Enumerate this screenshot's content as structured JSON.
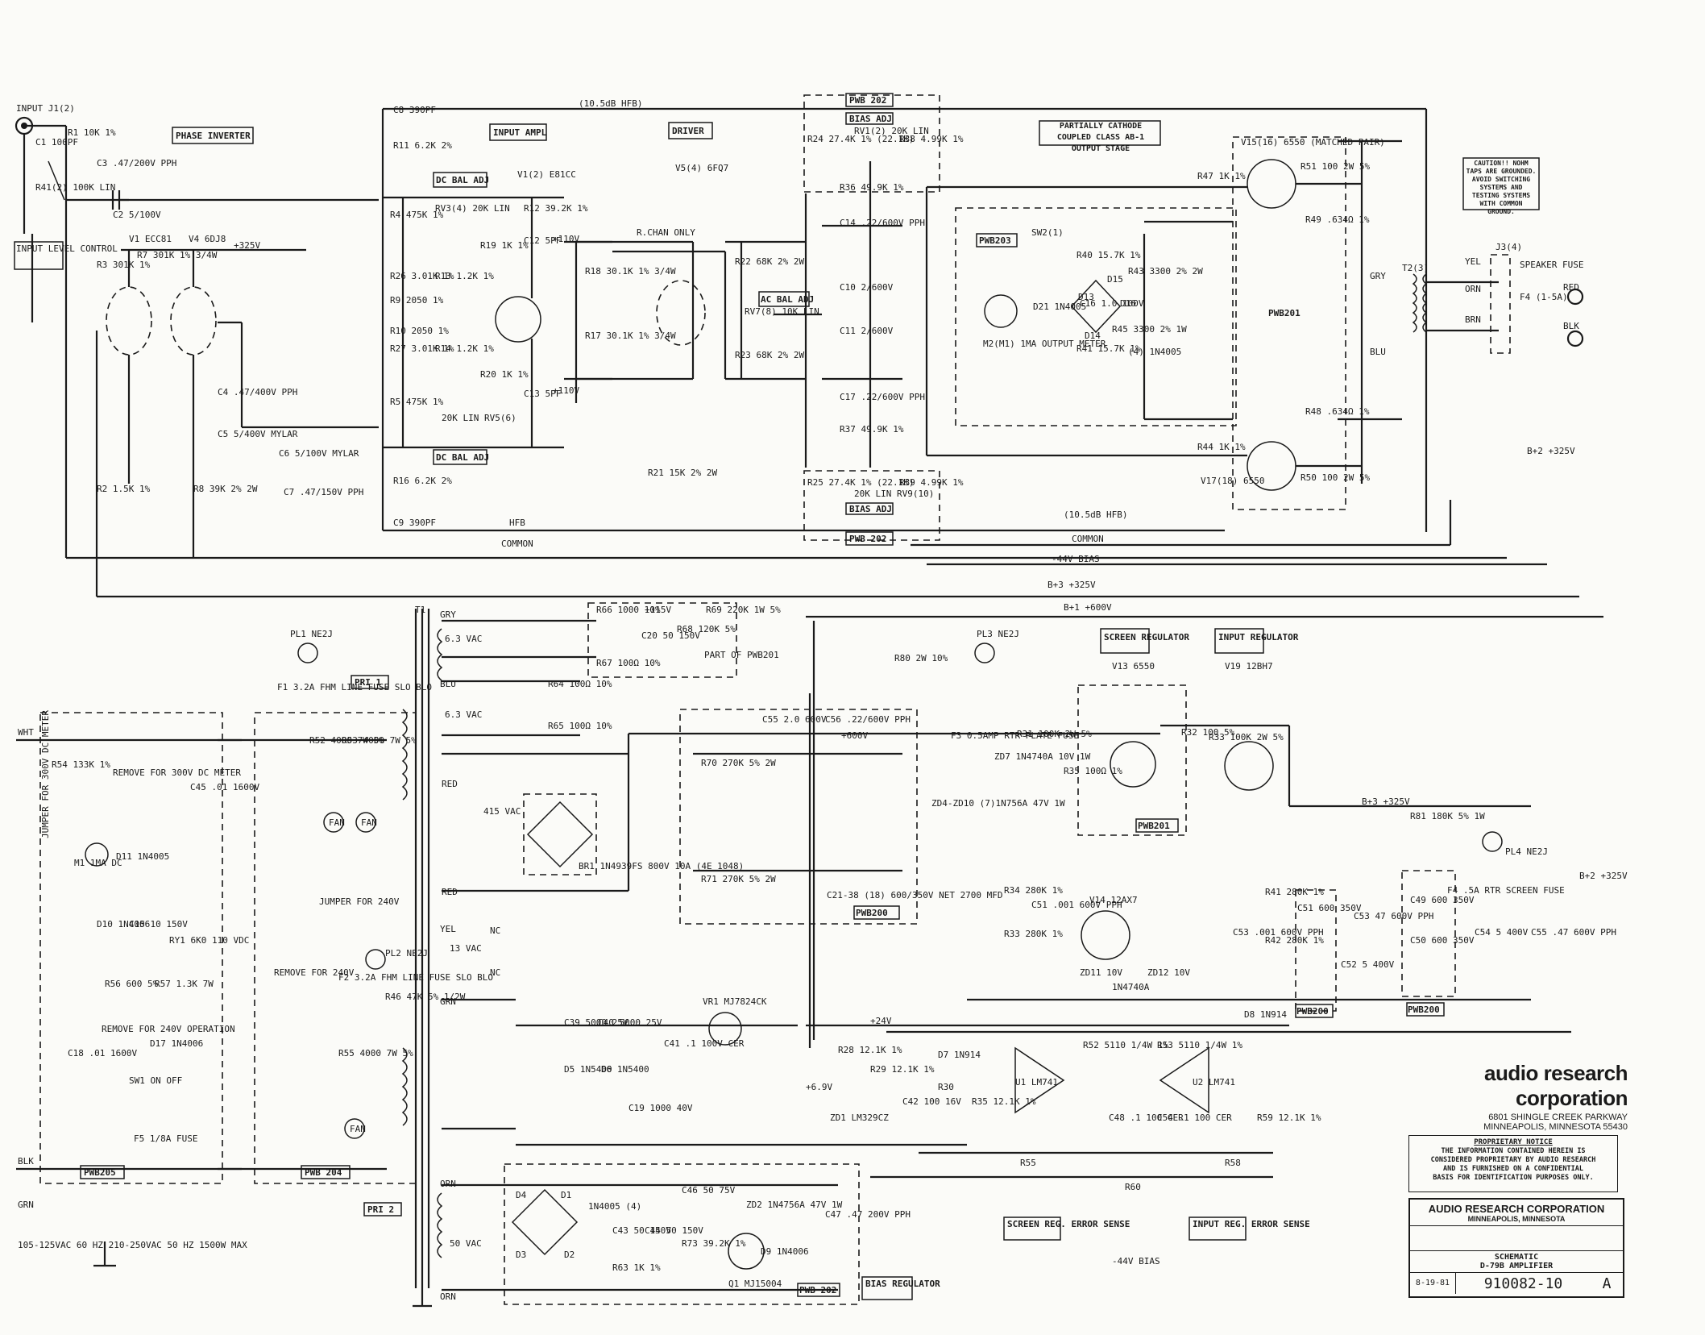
{
  "input": {
    "jack": "INPUT J1(2)",
    "control": "INPUT LEVEL CONTROL"
  },
  "sections": {
    "phase_inverter": "PHASE INVERTER",
    "input_ampl": "INPUT AMPL",
    "driver": "DRIVER",
    "output_stage": "PARTIALLY CATHODE COUPLED CLASS AB-1 OUTPUT STAGE",
    "dc_bal_adj_top": "DC BAL ADJ",
    "dc_bal_adj_bottom": "DC BAL ADJ",
    "ac_bal_adj": "AC BAL ADJ",
    "rchan_only": "R.CHAN ONLY",
    "screen_regulator": "SCREEN REGULATOR",
    "input_regulator": "INPUT REGULATOR",
    "screen_reg_error": "SCREEN REG. ERROR SENSE",
    "input_reg_error": "INPUT REG. ERROR SENSE",
    "bias_regulator": "BIAS REGULATOR",
    "pri1": "PRI 1",
    "pri2": "PRI 2"
  },
  "boards": {
    "pwb202_top": "PWB 202",
    "pwb202_mid": "PWB 202",
    "pwb202_bottom": "PWB 202",
    "pwb203": "PWB203",
    "pwb201_out": "PWB201",
    "pwb201_reg": "PWB201",
    "pwb200_caps": "PWB200",
    "pwb200_a": "PWB200",
    "pwb200_b": "PWB200",
    "pwb205": "PWB205",
    "pwb204": "PWB 204",
    "part_of": "PART OF PWB201"
  },
  "bias_adj": {
    "top": "BIAS ADJ",
    "bottom": "BIAS ADJ"
  },
  "caution": "CAUTION!! NOHM TAPS ARE GROUNDED. AVOID SWITCHING SYSTEMS AND TESTING SYSTEMS WITH COMMON GROUND.",
  "rails": {
    "hfb_top": "(10.5dB HFB)",
    "hfb_bottom": "(10.5dB HFB)",
    "hfb": "HFB",
    "common1": "COMMON",
    "common2": "COMMON",
    "bias": "-44V BIAS",
    "bias2": "-44V BIAS",
    "b3": "B+3 +325V",
    "b1": "B+1 +600V",
    "b2": "B+2 +325V",
    "b2b": "B+2 +325V",
    "b3b": "B+3 +325V",
    "v325": "+325V",
    "v115": "+115V",
    "v600": "+600V",
    "v24": "+24V",
    "v110a": "+110V",
    "v110b": "+110V"
  },
  "tubes": {
    "v1": "V1 ECC81",
    "v4": "V4 6DJ8",
    "v2": "V1(2) E81CC",
    "v5": "V5(4) 6FQ7",
    "v15": "V15(16) 6550 (MATCHED PAIR)",
    "v17": "V17(18) 6550",
    "v13": "V13 6550",
    "v19": "V19 12BH7",
    "v14": "V14 12AX7"
  },
  "components": {
    "c1": "C1 100PF",
    "r1": "R1 10K 1%",
    "r411": "R41(2) 100K LIN",
    "c3": "C3 .47/200V PPH",
    "c2": "C2 5/100V",
    "r3": "R3 301K 1%",
    "r7": "R7 301K 1% 3/4W",
    "r2": "R2 1.5K 1%",
    "r8": "R8 39K 2% 2W",
    "c4": "C4 .47/400V PPH",
    "c5": "C5 5/400V MYLAR",
    "c6": "C6 5/100V MYLAR",
    "c7": "C7 .47/150V PPH",
    "c8": "C8 390PF",
    "r11": "R11 6.2K 2%",
    "c9": "C9 390PF",
    "r16": "R16 6.2K 2%",
    "r4": "R4 475K 1%",
    "r26": "R26 3.01K 1%",
    "r9": "R9 2050 1%",
    "r10": "R10 2050 1%",
    "r27": "R27 3.01K 1%",
    "r5": "R5 475K 1%",
    "rv3": "RV3(4) 20K LIN",
    "r13": "R13 1.2K 1%",
    "r14": "R14 1.2K 1%",
    "rv5": "20K LIN RV5(6)",
    "r19": "R19 1K 1%",
    "r20": "R20 1K 1%",
    "r12": "R12 39.2K 1%",
    "c12": "C12 5PF",
    "c13": "C13 5PF",
    "r18": "R18 30.1K 1% 3/4W",
    "r17": "R17 30.1K 1% 3/4W",
    "r21": "R21 15K 2% 2W",
    "r22": "R22 68K 2% 2W",
    "r23": "R23 68K 2% 2W",
    "rv7": "RV7(8) 10K LIN",
    "r24": "R24 27.4K 1% (22.1K)",
    "rv1": "RV1(2) 20K LIN",
    "r38": "R38 4.99K 1%",
    "r36": "R36 49.9K 1%",
    "c14": "C14 .22/600V PPH",
    "c10": "C10 2/600V",
    "c11": "C11 2/600V",
    "c17": "C17 .22/600V PPH",
    "r37": "R37 49.9K 1%",
    "r25": "R25 27.4K 1% (22.1K)",
    "rv9": "20K LIN RV9(10)",
    "r39": "R39 4.99K 1%",
    "r47": "R47 1K 1%",
    "r51": "R51 100 2W 5%",
    "r49": "R49 .634Ω 1%",
    "r44": "R44 1K 1%",
    "r50": "R50 100 2W 5%",
    "r48": "R48 .634Ω 1%",
    "r40": "R40 15.7K 1%",
    "r41": "R41 15.7K 1%",
    "c16": "C16 1.0 100V",
    "r43": "R43 3300 2% 2W",
    "r45": "R45 3300 2% 1W",
    "d21": "D21 1N4005",
    "m2": "M2(M1) 1MA OUTPUT METER",
    "d13": "D13",
    "d14": "D14",
    "d15": "D15",
    "d16": "D16",
    "d4n": "(4) 1N4005",
    "sw2": "SW2(1)",
    "t2": "T2(3)",
    "j3": "J3(4)",
    "f4": "F4 (1-5A)",
    "spk_fuse": "SPEAKER FUSE",
    "red": "RED",
    "blk": "BLK",
    "ylw": "YEL",
    "orn": "ORN",
    "brn": "BRN",
    "blu": "BLU",
    "gry": "GRY",
    "r66": "R66 1000 10%",
    "r67": "R67 100Ω 10%",
    "c20": "C20 50 150V",
    "r68": "R68 120K 5%",
    "r69": "R69 220K 1W 5%",
    "r64": "R64 100Ω 10%",
    "r65": "R65 100Ω 10%",
    "r80": "R80 2W 10%",
    "pl3": "PL3 NE2J",
    "c55": "C55 2.0 600V",
    "c56": "C56 .22/600V PPH",
    "f3": "F3 0.5AMP RTR PLATE FUSE",
    "r31": "R31 100K 2W 5%",
    "r32": "R32 100 5%",
    "r33": "R33 100K 2W 5%",
    "r35": "R35 100Ω 1%",
    "r70": "R70 270K 5% 2W",
    "r71": "R71 270K 5% 2W",
    "c21": "C21-38 (18) 600/350V NET 2700 MFD",
    "br1": "BR1 1N4939FS 800V 10A (4E 1048)",
    "pl1": "PL1 NE2J",
    "f1": "F1 3.2A FHM LINE FUSE SLO BLO",
    "r52": "R52 4000 7W 5%",
    "r53": "R53 4000 7W 5%",
    "fan1": "FAN",
    "fan2": "FAN",
    "fan3": "FAN",
    "jumper240": "JUMPER FOR 240V",
    "remove240": "REMOVE FOR 240V",
    "f2": "F2 3.2A FHM LINE FUSE SLO BLO",
    "pl2": "PL2 NE2J",
    "r46": "R46 47K 5% 1/2W",
    "r55": "R55 4000 7W 5%",
    "r54": "R54 133K 1%",
    "remove300": "REMOVE FOR 300V DC METER",
    "c45": "C45 .01 1600V",
    "m1": "M1 1MA DC",
    "d11": "D11 1N4005",
    "d10": "D10 1N4006",
    "c15": "C15 10 150V",
    "rv1k": "RY1 6K0 110 VDC",
    "r56": "R56 600 5%",
    "r57": "R57 1.3K 7W",
    "remove_op": "REMOVE FOR 240V OPERATION",
    "d17": "D17 1N4006",
    "sw1": "SW1 ON OFF",
    "f5": "F5 1/8A FUSE",
    "c18": "C18 .01 1600V",
    "jumper300": "JUMPER FOR 300V DC METER",
    "vin": "105-125VAC 60 HZ 210-250VAC 50 HZ 1500W MAX",
    "wht": "WHT",
    "blk_in": "BLK",
    "grn": "GRN",
    "t1": "T1",
    "vac63a": "6.3 VAC",
    "vac63b": "6.3 VAC",
    "vac415": "415 VAC",
    "vac13": "13 VAC",
    "vac50": "50 VAC",
    "c39": "C39 5000 25V",
    "c40": "C40 5000 25V",
    "d5": "D5 1N5400",
    "d6": "D6 1N5400",
    "c19": "C19 1000 40V",
    "c41": "C41 .1 100V CER",
    "vr1": "VR1 MJ7824CK",
    "r28": "R28 12.1K 1%",
    "r29": "R29 12.1K 1%",
    "zd1": "ZD1 LM329CZ",
    "v69": "+6.9V",
    "c42": "C42 100 16V",
    "r30": "R30",
    "d7": "D7 1N914",
    "u1": "U1 LM741",
    "u2": "U2 LM741",
    "r52b": "R52 5110 1/4W 1%",
    "r53b": "R53 5110 1/4W 1%",
    "r59": "R59 12.1K 1%",
    "c48": "C48 .1 100 CER",
    "c54": "C54 .1 100 CER",
    "d8": "D8 1N914",
    "r55b": "R55",
    "r58": "R58",
    "r60": "R60",
    "r35b": "R35 12.1K 1%",
    "r34": "R34 280K 1%",
    "r33b": "R33 280K 1%",
    "c51": "C51 .001 600V PPH",
    "zd11": "ZD11 10V",
    "zd12": "ZD12 10V",
    "d1n": "1N4740A",
    "r41b": "R41 280K 1%",
    "r42": "R42 280K 1%",
    "c53": "C53 .001 600V PPH",
    "c51b": "C51 600 350V",
    "c52": "C52 5 400V",
    "c53b": "C53 47 600V PPH",
    "r81": "R81 180K 5% 1W",
    "pl4": "PL4 NE2J",
    "f4b": "F4 .5A RTR SCREEN FUSE",
    "c49": "C49 600 350V",
    "c50": "C50 600 350V",
    "c54b": "C54 5 400V",
    "c55b": "C55 .47 600V PPH",
    "zd": "ZD4-ZD10 (7)1N756A 47V 1W",
    "zd7": "ZD7 1N4740A 10V 1W",
    "d1": "D1",
    "d2": "D2",
    "d3": "D3",
    "d4": "D4",
    "d1n4005": "1N4005 (4)",
    "c43": "C43 50 150V",
    "c44": "C44 50 150V",
    "c46": "C46 50 75V",
    "r63": "R63 1K 1%",
    "r73": "R73 39.2K 1%",
    "zd2": "ZD2 1N4756A 47V 1W",
    "d9": "D9 1N4006",
    "q1": "Q1 MJ15004",
    "c47": "C47 .47 200V PPH",
    "nc1": "NC",
    "nc2": "NC"
  },
  "company": {
    "name": "audio research corporation",
    "address1": "6801 SHINGLE CREEK PARKWAY",
    "address2": "MINNEAPOLIS, MINNESOTA 55430"
  },
  "notice": {
    "title": "PROPRIETARY NOTICE",
    "body": [
      "THE INFORMATION CONTAINED HEREIN IS",
      "CONSIDERED PROPRIETARY BY AUDIO RESEARCH",
      "AND IS FURNISHED ON A CONFIDENTIAL",
      "BASIS FOR IDENTIFICATION PURPOSES ONLY."
    ]
  },
  "title_block": {
    "company": "AUDIO RESEARCH CORPORATION",
    "city": "MINNEAPOLIS, MINNESOTA",
    "title": "SCHEMATIC",
    "subtitle": "D-79B AMPLIFIER",
    "date": "8-19-81",
    "drawing_no": "910082-10",
    "rev": "A"
  }
}
